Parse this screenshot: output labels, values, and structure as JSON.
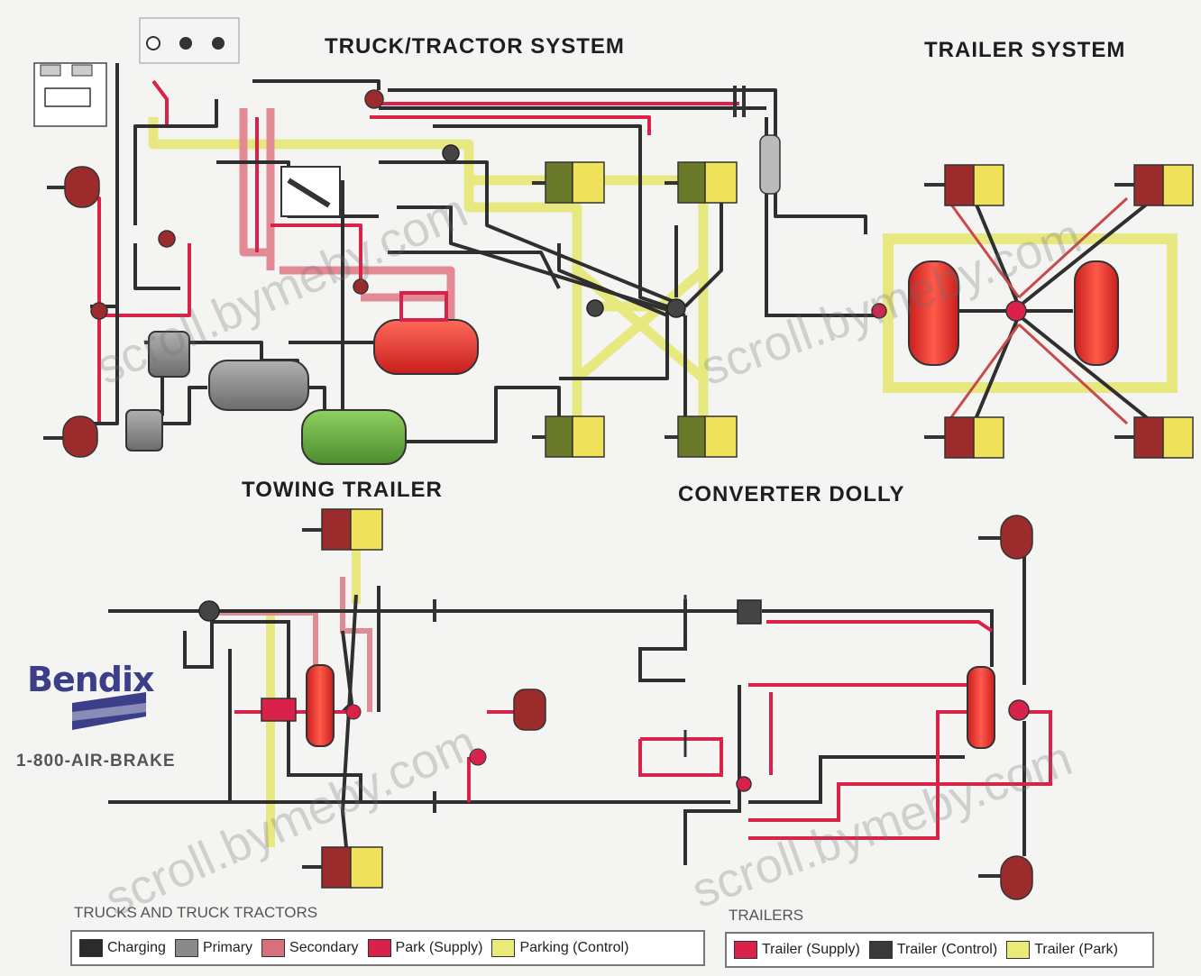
{
  "sections": {
    "truck_tractor": "TRUCK/TRACTOR SYSTEM",
    "trailer": "TRAILER SYSTEM",
    "towing_trailer": "TOWING TRAILER",
    "converter_dolly": "CONVERTER DOLLY"
  },
  "brand": {
    "name": "Bendix",
    "phone": "1-800-AIR-BRAKE"
  },
  "legend": {
    "trucks_heading": "TRUCKS AND TRUCK TRACTORS",
    "trailers_heading": "TRAILERS",
    "truck_items": [
      {
        "label": "Charging",
        "color": "#2b2b2b"
      },
      {
        "label": "Primary",
        "color": "#8a8a8a"
      },
      {
        "label": "Secondary",
        "color": "#d9707e"
      },
      {
        "label": "Park (Supply)",
        "color": "#d9214a"
      },
      {
        "label": "Parking (Control)",
        "color": "#eaea78"
      }
    ],
    "trailer_items": [
      {
        "label": "Trailer (Supply)",
        "color": "#d9214a"
      },
      {
        "label": "Trailer (Control)",
        "color": "#3a3a3a"
      },
      {
        "label": "Trailer (Park)",
        "color": "#eaea78"
      }
    ]
  },
  "watermark": "scroll.bymeby.com",
  "colors": {
    "charging": "#2b2b2b",
    "primary": "#8a8a8a",
    "secondary": "#d9707e",
    "supply": "#d9214a",
    "control_yellow": "#eaea78",
    "chamber_dark": "#9c2b2b",
    "chamber_yellow": "#f0e25a",
    "dryer_green": "#6fb04a"
  }
}
